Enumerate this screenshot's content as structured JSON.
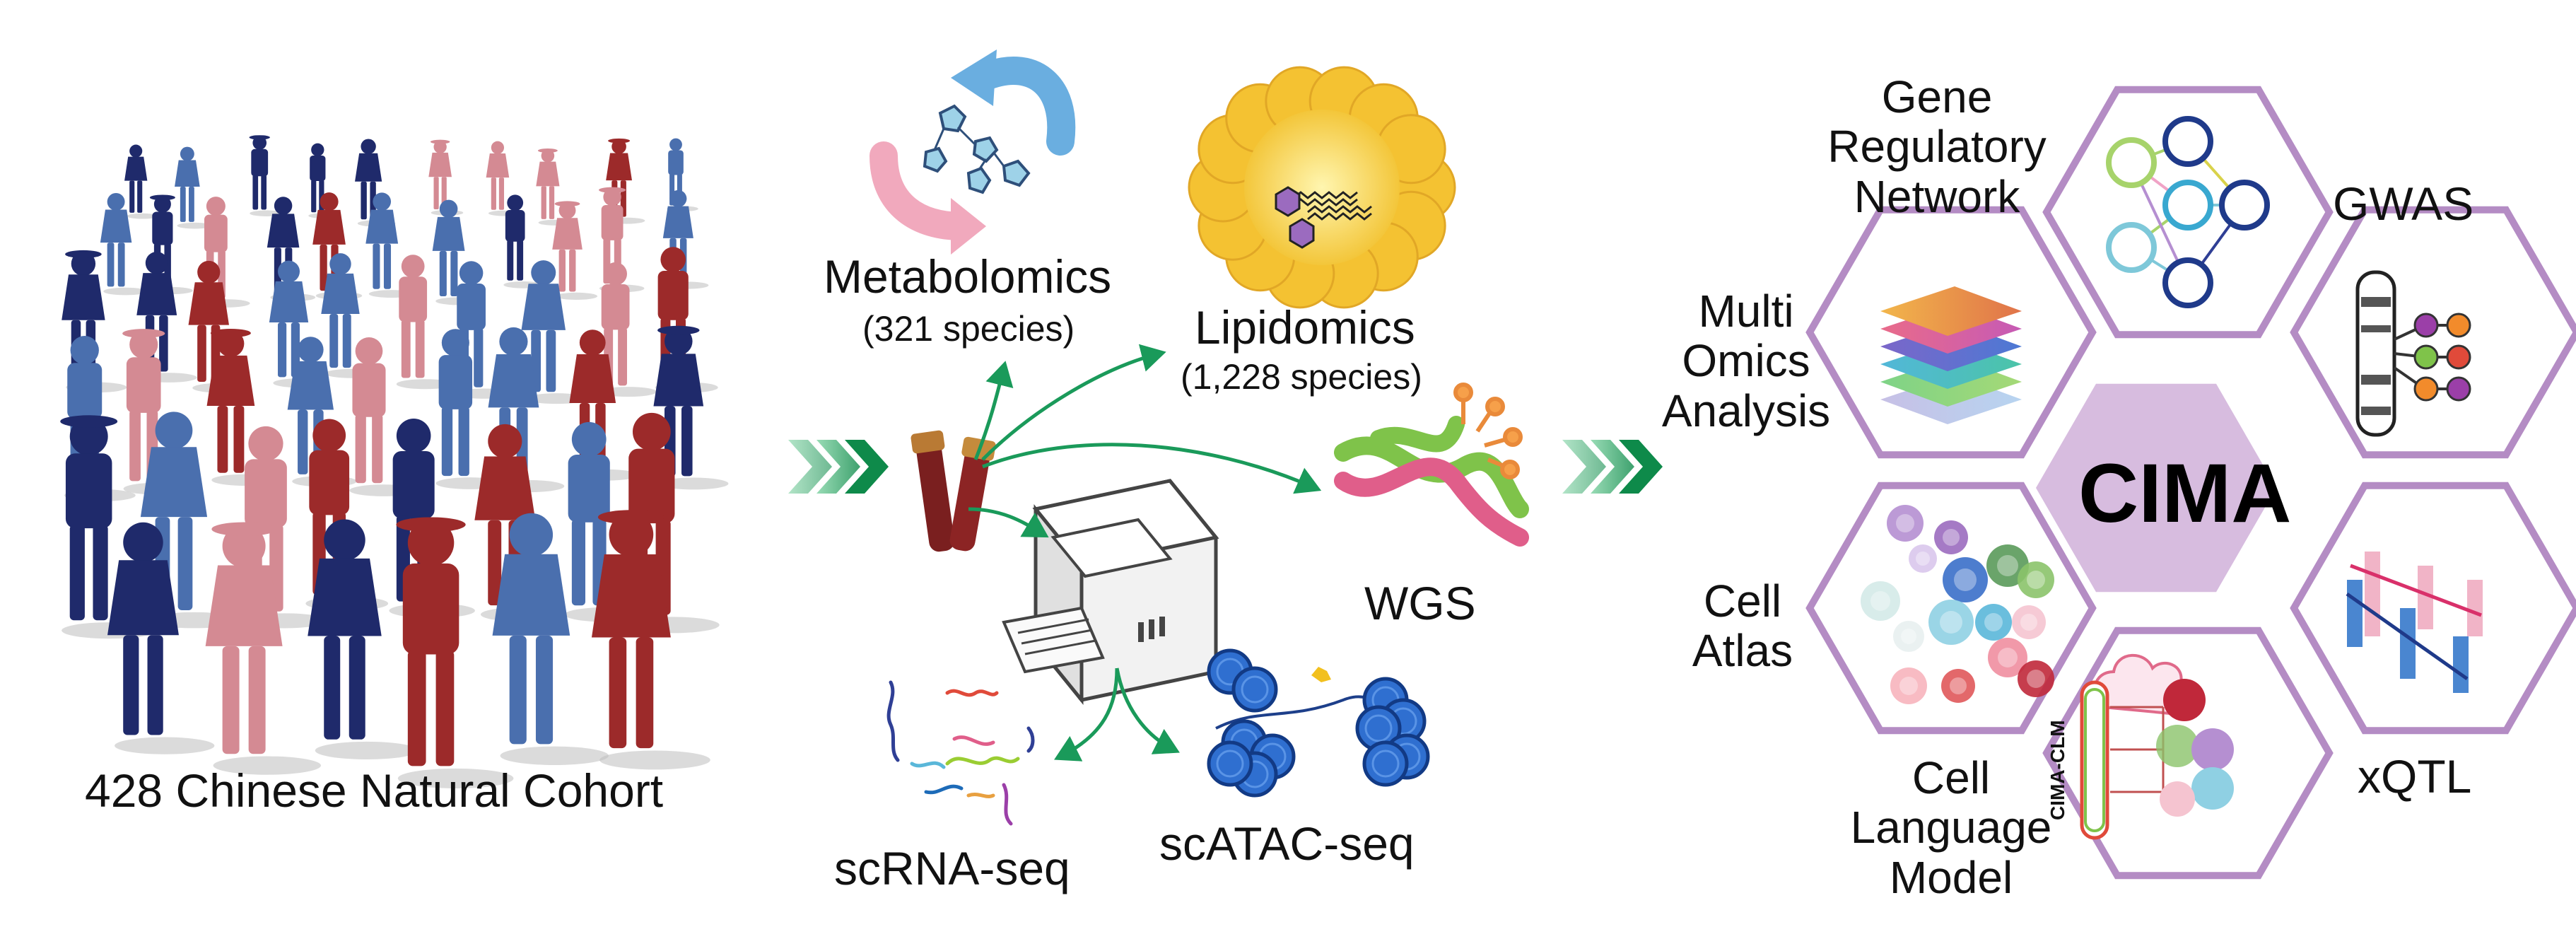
{
  "cohort": {
    "label": "428 Chinese Natural Cohort"
  },
  "omics": {
    "metabolomics": {
      "title": "Metabolomics",
      "count": "(321 species)"
    },
    "lipidomics": {
      "title": "Lipidomics",
      "count": "(1,228 species)"
    },
    "wgs": {
      "title": "WGS"
    },
    "scrna": {
      "title": "scRNA-seq"
    },
    "scatac": {
      "title": "scATAC-seq"
    }
  },
  "analysis": {
    "center": "CIMA",
    "grn": "Gene\nRegulatory\nNetwork",
    "gwas": "GWAS",
    "multi": "Multi\nOmics\nAnalysis",
    "cellatlas": "Cell\nAtlas",
    "clm": "Cell\nLanguage\nModel",
    "clm_tag": "CIMA-CLM",
    "xqtl": "xQTL"
  },
  "colors": {
    "navy": "#1f2a6b",
    "blue": "#4a6fae",
    "red": "#9c2a2a",
    "pink": "#d48a93",
    "green": "#1a9a5a",
    "hex_border": "#b48cc4",
    "hex_fill": "#d7bcdf"
  }
}
